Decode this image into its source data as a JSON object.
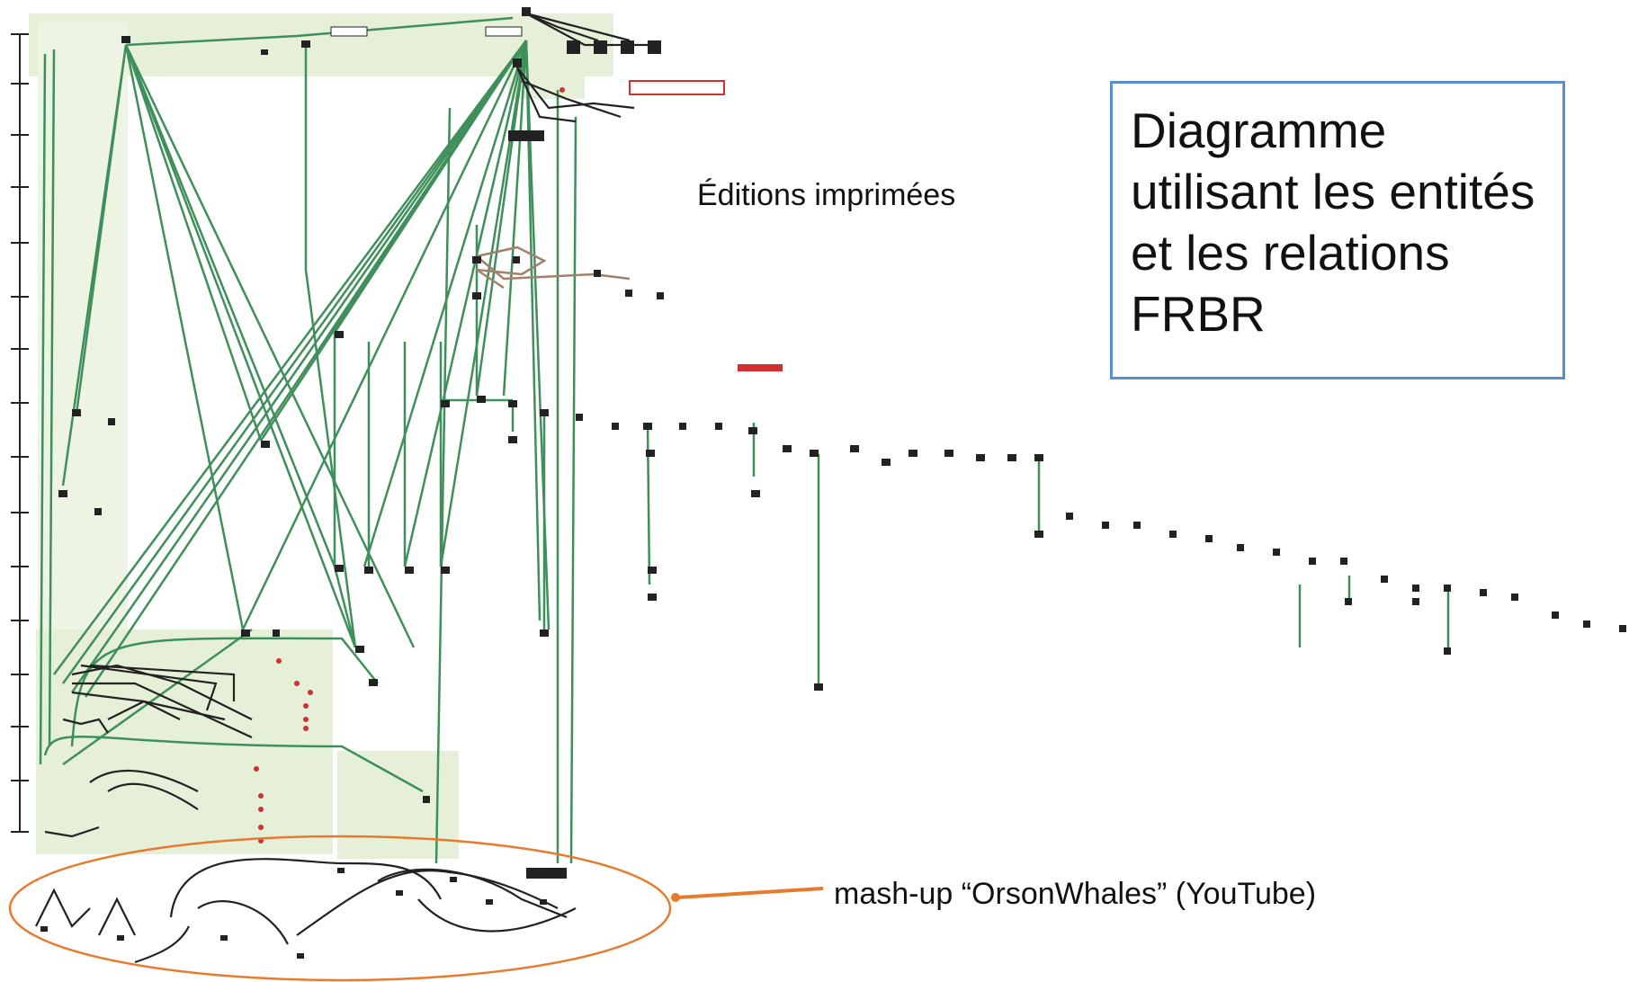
{
  "labels": {
    "editions": "Éditions imprimées",
    "callout": "Diagramme utilisant les entités et les relations FRBR",
    "mashup": "mash-up “OrsonWhales” (YouTube)"
  },
  "colors": {
    "link_green": "#3f8f5a",
    "link_brown": "#a0816a",
    "link_dark": "#222222",
    "panel_green": "#e6efd8",
    "callout_border": "#5b8fc9",
    "ellipse": "#e87a2e",
    "red_tag": "#d23030"
  }
}
